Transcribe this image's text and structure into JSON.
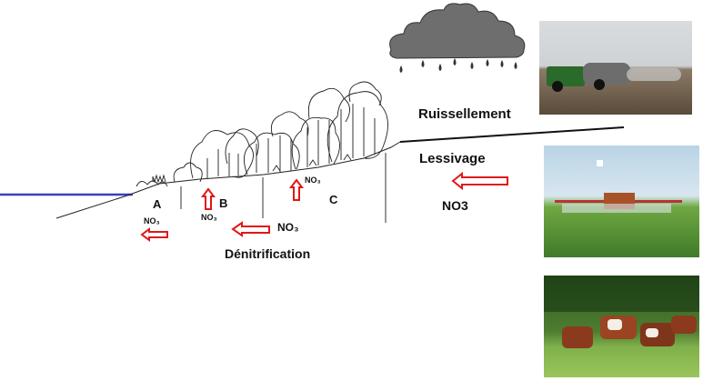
{
  "labels": {
    "ruissellement": "Ruissellement",
    "lessivage": "Lessivage",
    "no3_main": "NO3",
    "denitrification": "Dénitrification",
    "no3_bottom": "NO₃",
    "zone_a": "A",
    "zone_b": "B",
    "zone_c": "C",
    "no_a": "NO₃",
    "no_b": "NO₃",
    "no_c": "NO₃"
  },
  "photos": [
    {
      "name": "tractor-slurry-spreading-photo"
    },
    {
      "name": "crop-sprayer-field-photo"
    },
    {
      "name": "cows-grazing-photo"
    }
  ],
  "colors": {
    "river": "#3a3fbf",
    "arrow": "#e01818",
    "cloud": "#6e6e6e",
    "ground_line": "#111111"
  }
}
